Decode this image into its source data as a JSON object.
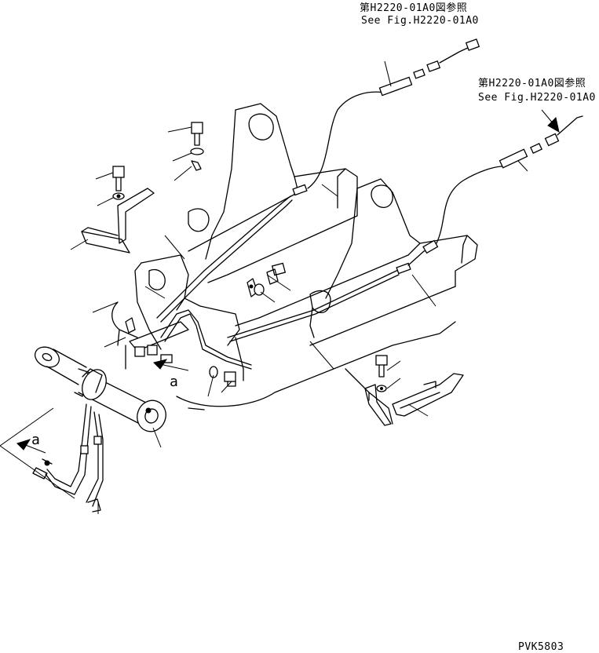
{
  "references": [
    {
      "jp": "第H2220-01A0図参照",
      "en": "See Fig.H2220-01A0"
    },
    {
      "jp": "第H2220-01A0図参照",
      "en": "See Fig.H2220-01A0"
    }
  ],
  "view_labels": [
    "a",
    "a"
  ],
  "drawing_code": "PVK5803",
  "icons": [
    "bolt-icon",
    "washer-icon",
    "clamp-icon",
    "hose-icon",
    "cylinder-icon",
    "bracket-icon",
    "arrow-icon"
  ]
}
